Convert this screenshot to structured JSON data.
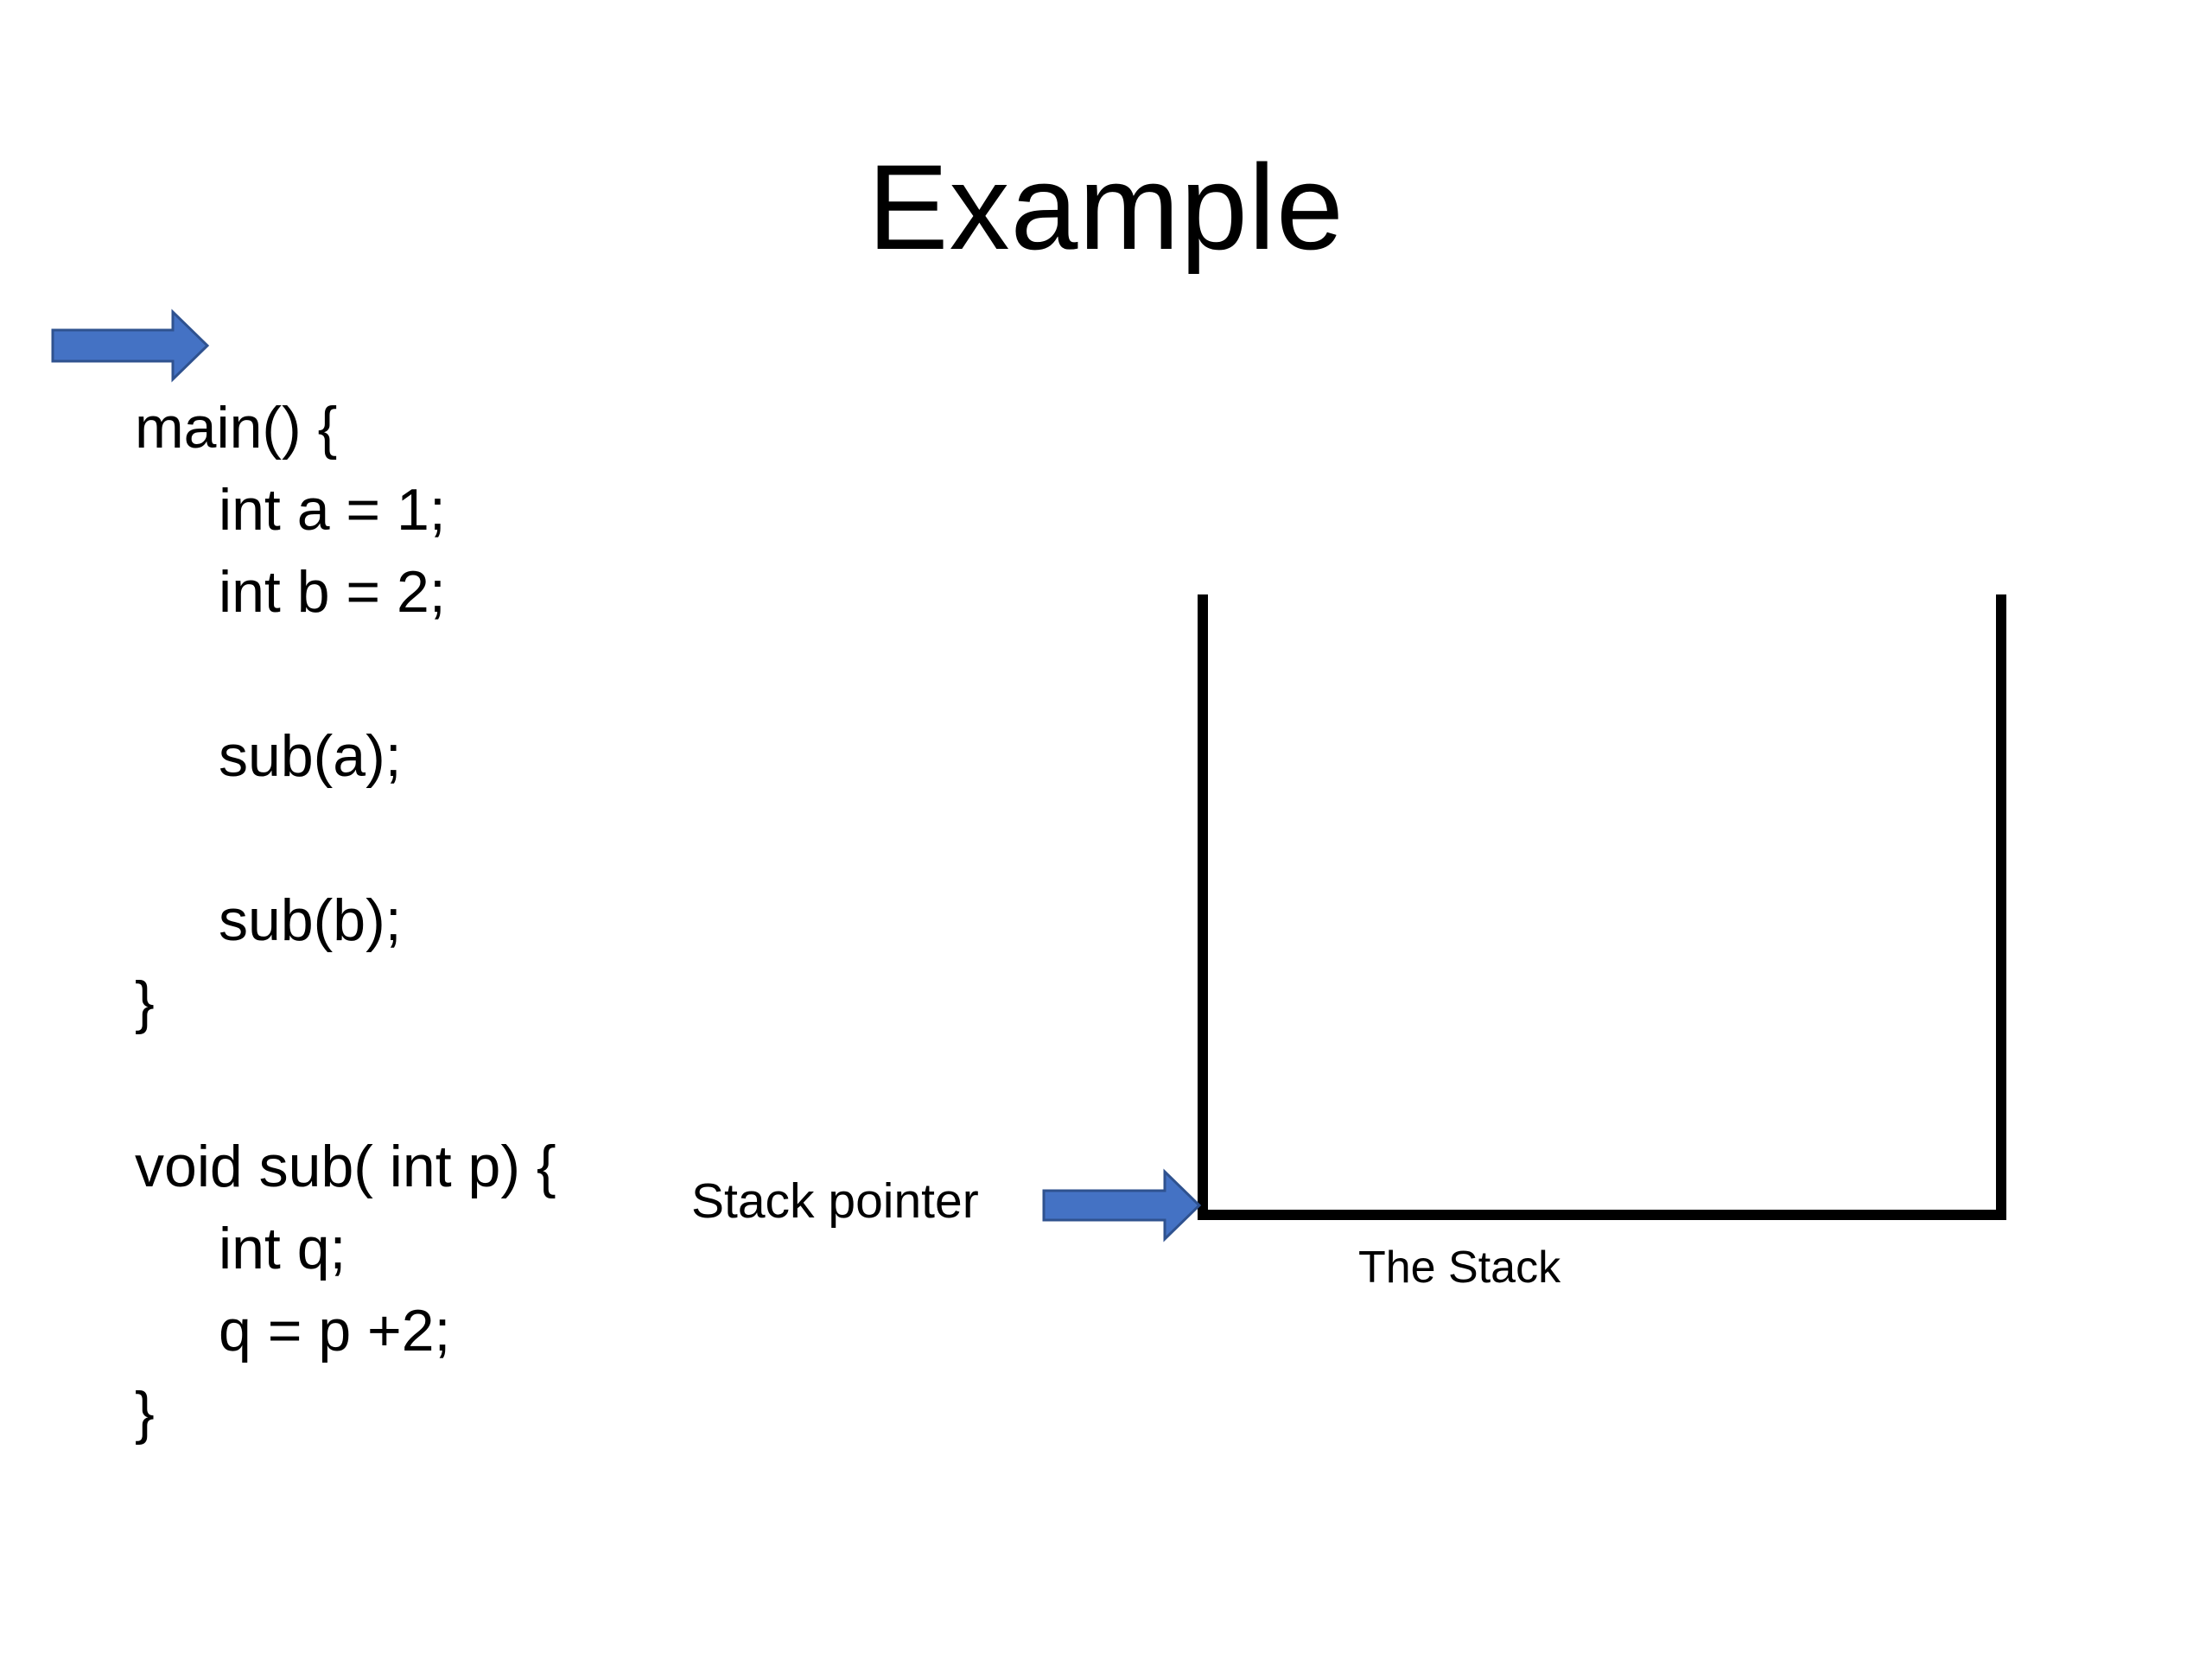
{
  "slide": {
    "title": "Example",
    "code_lines": [
      {
        "text": "main() {",
        "indent": false
      },
      {
        "text": "int a = 1;",
        "indent": true
      },
      {
        "text": "int b = 2;",
        "indent": true
      },
      {
        "text": "",
        "indent": true
      },
      {
        "text": "sub(a);",
        "indent": true
      },
      {
        "text": "",
        "indent": true
      },
      {
        "text": "sub(b);",
        "indent": true
      },
      {
        "text": "}",
        "indent": false
      },
      {
        "text": "",
        "indent": false
      },
      {
        "text": "void sub( int p) {",
        "indent": false
      },
      {
        "text": "int q;",
        "indent": true
      },
      {
        "text": "q = p +2;",
        "indent": true
      },
      {
        "text": "}",
        "indent": false
      }
    ],
    "stack_pointer_label": "Stack pointer",
    "stack_label": "The Stack"
  },
  "colors": {
    "arrow_fill": "#4472C4",
    "arrow_stroke": "#2F528F",
    "stack_outline": "#000000",
    "text": "#000000"
  },
  "icons": {
    "execution_arrow": "arrow-right-icon",
    "stack_pointer_arrow": "arrow-right-icon"
  }
}
